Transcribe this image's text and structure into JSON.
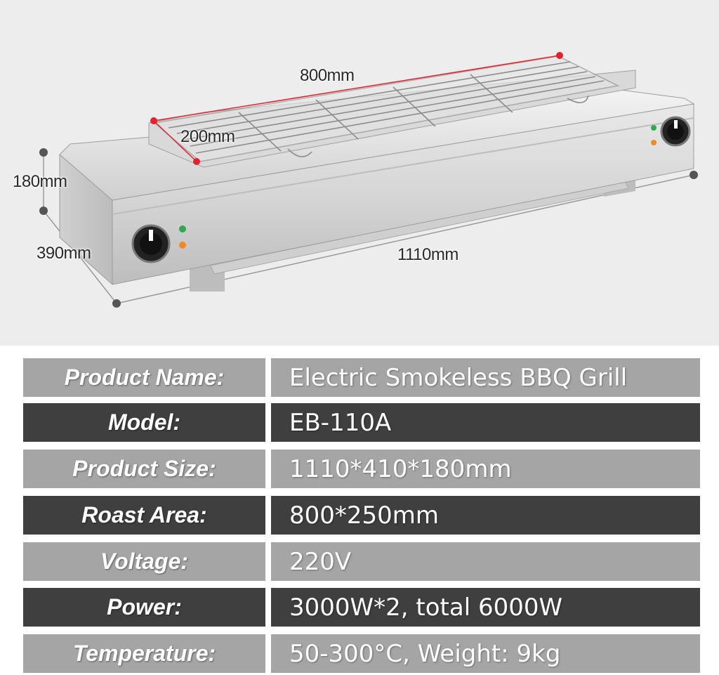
{
  "dimensions": {
    "grill_length": "800mm",
    "grill_width": "200mm",
    "height": "180mm",
    "depth": "390mm",
    "length": "1110mm"
  },
  "specs": [
    {
      "label": "Product Name:",
      "value": "Electric Smokeless BBQ Grill",
      "shade": "light"
    },
    {
      "label": "Model:",
      "value": "EB-110A",
      "shade": "dark"
    },
    {
      "label": "Product Size:",
      "value": "1110*410*180mm",
      "shade": "light"
    },
    {
      "label": "Roast Area:",
      "value": "800*250mm",
      "shade": "dark"
    },
    {
      "label": "Voltage:",
      "value": "220V",
      "shade": "light"
    },
    {
      "label": "Power:",
      "value": "3000W*2, total 6000W",
      "shade": "dark"
    },
    {
      "label": "Temperature:",
      "value": "50-300°C, Weight: 9kg",
      "shade": "light"
    }
  ],
  "colors": {
    "light_row": "#a5a5a5",
    "dark_row": "#3f3f3f",
    "accent_red": "#e0232e",
    "indicator_green": "#2fa84f",
    "indicator_orange": "#f08a24"
  }
}
